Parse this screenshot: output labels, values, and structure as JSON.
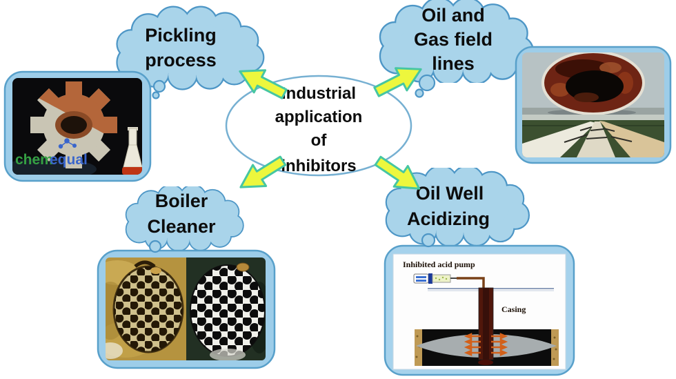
{
  "figure": {
    "type": "concept-diagram",
    "title": "Industrial application of inhibitors"
  },
  "center": {
    "line1": "Industrial",
    "line2": "application",
    "line3": "of",
    "line4": "inhibitors"
  },
  "clouds": {
    "pickling": {
      "line1": "Pickling",
      "line2": "process"
    },
    "oil_gas": {
      "line1": "Oil and",
      "line2": "Gas field",
      "line3": "lines"
    },
    "boiler": {
      "line1": "Boiler",
      "line2": "Cleaner"
    },
    "acidizing": {
      "line1": "Oil Well",
      "line2": "Acidizing"
    }
  },
  "pickling_image": {
    "logo_part1": "chem",
    "logo_part2": "equal"
  },
  "acidizing_diagram": {
    "pump_label": "Inhibited acid pump",
    "casing_label": "Casing"
  },
  "colors": {
    "background": "#ffffff",
    "cloud_fill": "#a9d4ea",
    "cloud_border": "#4d96c6",
    "frame_fill": "#9dcde9",
    "frame_border": "#58a0ca",
    "arrow_fill": "#edf73d",
    "arrow_border": "#46c6a2",
    "ellipse_border": "#76b0d2",
    "text": "#0c0c0c"
  }
}
